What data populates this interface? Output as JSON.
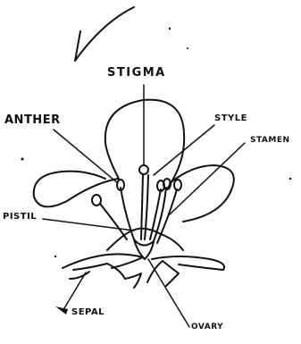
{
  "diagram": {
    "labels": {
      "stigma": "STIGMA",
      "anther": "ANTHER",
      "style": "STYLE",
      "stamen": "STAMEN",
      "pistil": "PISTIL",
      "sepal": "SEPAL",
      "ovary": "OVARY"
    },
    "ink_color": "#111111",
    "paper_color": "#ffffff"
  }
}
